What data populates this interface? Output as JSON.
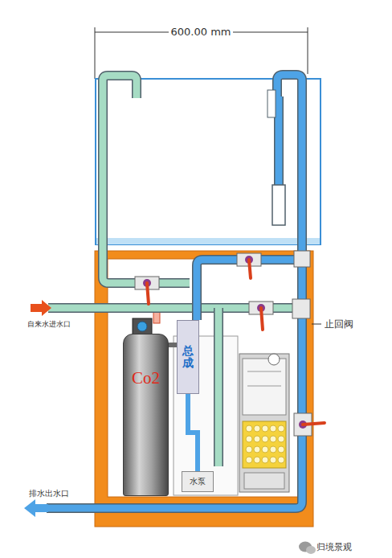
{
  "diagram": {
    "nodes": [
      {
        "text": [
          "Co2"
        ]
      },
      {
        "text": [
          "总成"
        ]
      },
      {
        "text": [
          "水泵"
        ]
      }
    ],
    "edges": [
      {
        "from": 0,
        "to": 1,
        "arrow": "none"
      },
      {
        "from": 1,
        "to": 2,
        "arrow": "none"
      }
    ],
    "labels": [
      "600.00 mm",
      "自来水进水口",
      "止回阀",
      "排水出水口",
      "归境景观"
    ]
  }
}
